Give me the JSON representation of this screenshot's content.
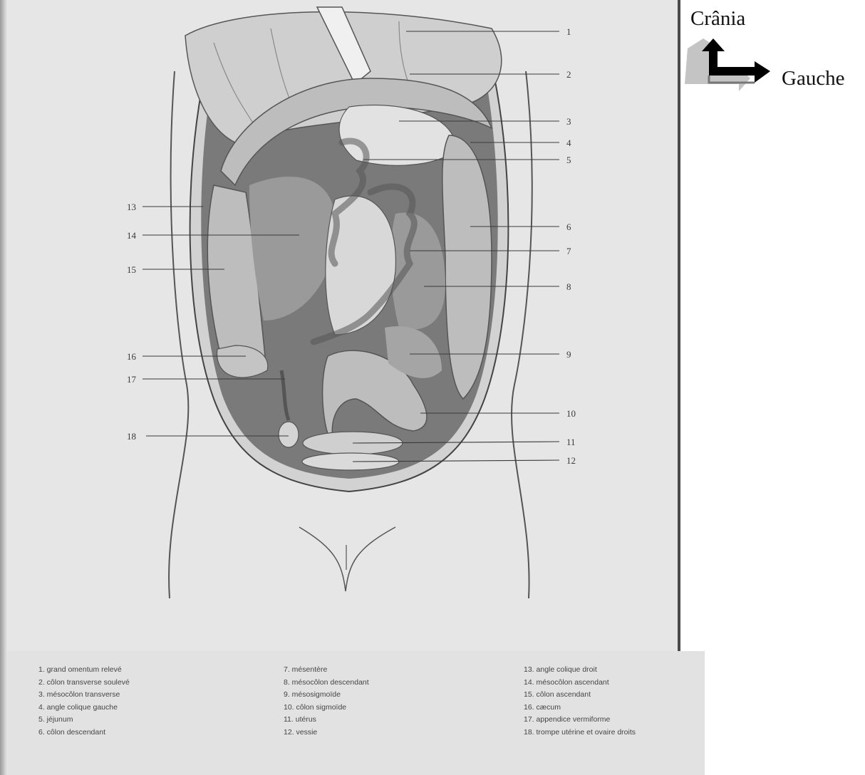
{
  "orientation": {
    "cranial": "Crânia",
    "left": "Gauche"
  },
  "callouts": [
    "1",
    "2",
    "3",
    "4",
    "5",
    "6",
    "7",
    "8",
    "9",
    "10",
    "11",
    "12",
    "13",
    "14",
    "15",
    "16",
    "17",
    "18"
  ],
  "legend": {
    "col1": [
      "1. grand omentum relevé",
      "2. côlon transverse soulevé",
      "3. mésocôlon transverse",
      "4. angle colique gauche",
      "5. jéjunum",
      "6. côlon descendant"
    ],
    "col2": [
      "7. mésentère",
      "8. mésocôlon descendant",
      "9. mésosigmoïde",
      "10. côlon sigmoïde",
      "11. utérus",
      "12. vessie"
    ],
    "col3": [
      "13. angle colique droit",
      "14. mésocôlon ascendant",
      "15. côlon ascendant",
      "16. cæcum",
      "17. appendice vermiforme",
      "18. trompe utérine et ovaire droits"
    ]
  },
  "colors": {
    "plate": "#e6e6e6",
    "tissue": "#bdbdbd",
    "cavity": "#7a7a7a",
    "line": "#3a3a3a"
  }
}
